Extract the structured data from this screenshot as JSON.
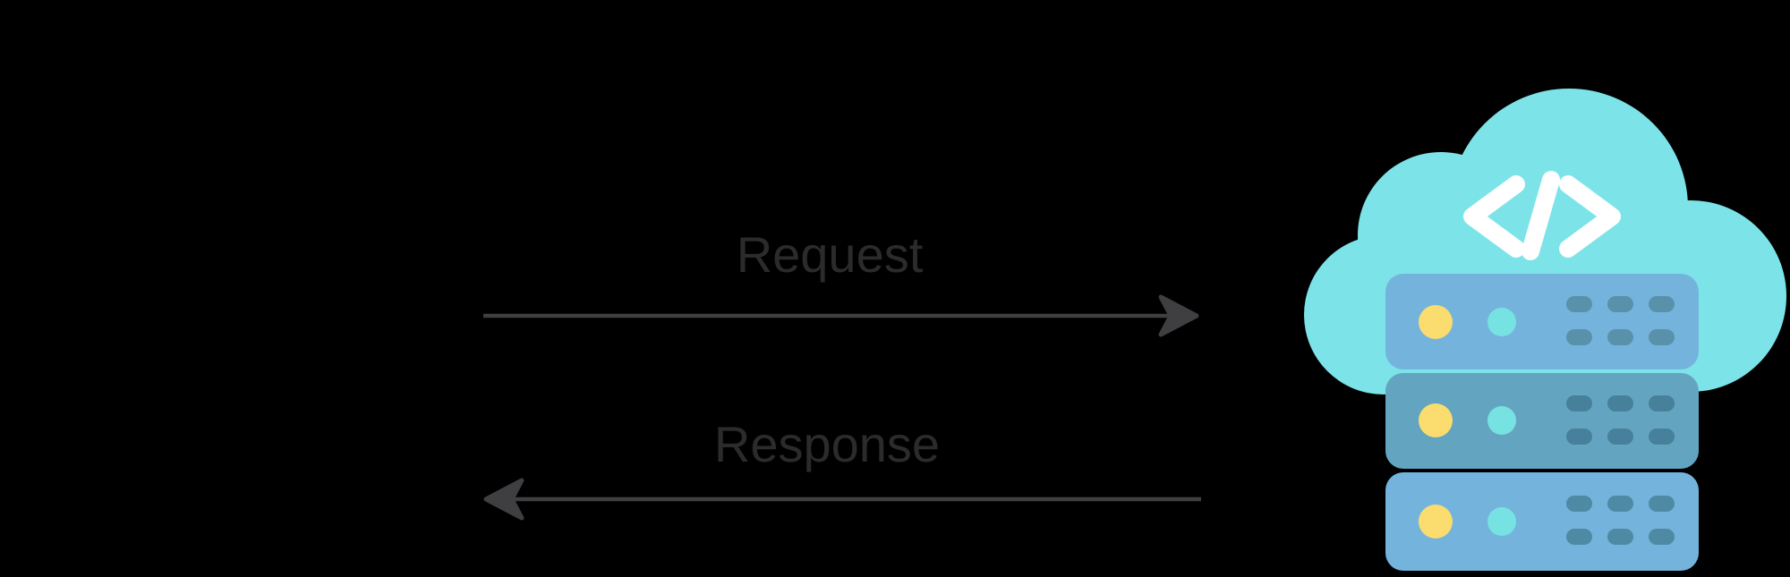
{
  "diagram": {
    "type": "request-response flow diagram",
    "request": {
      "label": "Request",
      "direction": "right"
    },
    "response": {
      "label": "Response",
      "direction": "left"
    },
    "server_icon": {
      "name": "cloud-code-server",
      "code_glyph": "</>",
      "rack_count": 3
    },
    "colors": {
      "background": "#000000",
      "label_text": "#2B2B2D",
      "arrow": "#3F3F41",
      "cloud": "#7CE3E8",
      "rack_blue": "#74B4DC",
      "rack_teal": "#63A5C0",
      "dot_yellow": "#FBDC6E",
      "dot_teal": "#77E2E2",
      "vent_top": "#5991AA",
      "vent_middle": "#47809A",
      "vent_bottom": "#4E8AA3",
      "code_glyph": "#FFFFFF"
    }
  }
}
